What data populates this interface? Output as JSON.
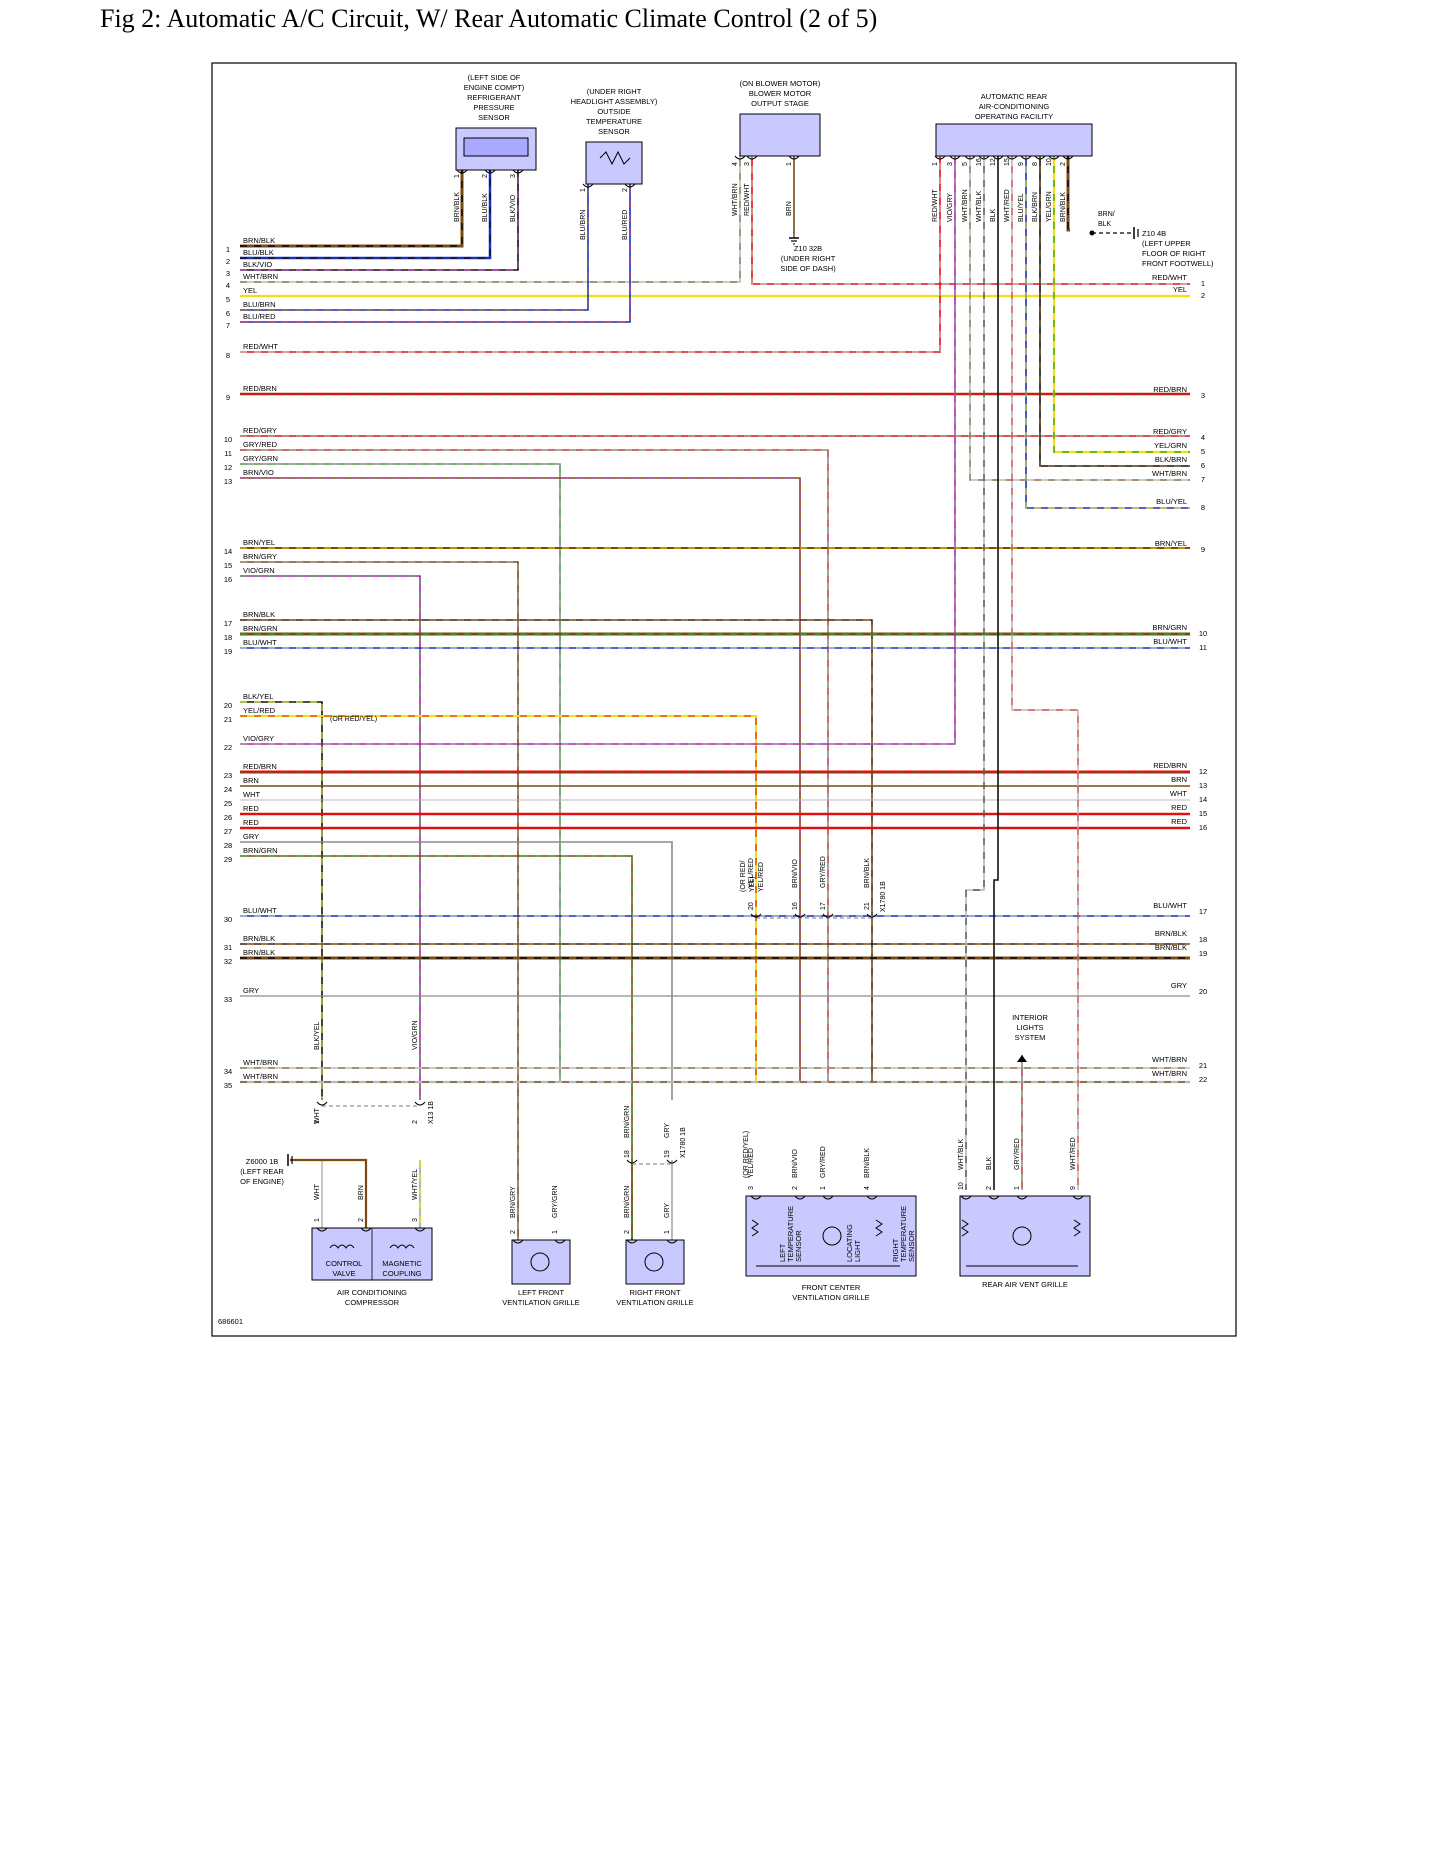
{
  "title": "Fig 2: Automatic A/C Circuit, W/ Rear Automatic Climate Control (2 of 5)",
  "diagram_id": "686601",
  "colors": {
    "component_fill": "#c9c9ff",
    "frame": "#000000",
    "BRN": "#7a4a10",
    "BLK": "#111111",
    "RED": "#e01010",
    "YEL": "#f0e010",
    "WHT": "#b8b8b8",
    "GRY": "#8c8c8c",
    "BLU": "#1a2fc0",
    "VIO": "#b020b0",
    "GRN": "#2a9a2a",
    "ORN": "#f0a020"
  },
  "components": {
    "pressure_sensor": [
      "(LEFT SIDE OF",
      "ENGINE COMPT)",
      "REFRIGERANT",
      "PRESSURE",
      "SENSOR"
    ],
    "outside_temp": [
      "(UNDER RIGHT",
      "HEADLIGHT ASSEMBLY)",
      "OUTSIDE",
      "TEMPERATURE",
      "SENSOR"
    ],
    "blower": [
      "(ON BLOWER MOTOR)",
      "BLOWER MOTOR",
      "OUTPUT STAGE"
    ],
    "rear_ac": [
      "AUTOMATIC REAR",
      "AIR-CONDITIONING",
      "OPERATING FACILITY"
    ],
    "ground_z10_32b": [
      "Z10 32B",
      "(UNDER RIGHT",
      "SIDE OF DASH)"
    ],
    "ground_z10_4b": [
      "Z10 4B",
      "(LEFT UPPER",
      "FLOOR OF RIGHT",
      "FRONT FOOTWELL)"
    ],
    "ground_z6000": [
      "Z6000 1B",
      "(LEFT REAR",
      "OF ENGINE)"
    ],
    "interior_lights": [
      "INTERIOR",
      "LIGHTS",
      "SYSTEM"
    ],
    "compressor": [
      "AIR CONDITIONING",
      "COMPRESSOR"
    ],
    "control_valve": [
      "CONTROL",
      "VALVE"
    ],
    "magnetic_coupling": [
      "MAGNETIC",
      "COUPLING"
    ],
    "left_grille": [
      "LEFT FRONT",
      "VENTILATION GRILLE"
    ],
    "right_grille": [
      "RIGHT FRONT",
      "VENTILATION GRILLE"
    ],
    "center_grille": [
      "FRONT CENTER",
      "VENTILATION GRILLE"
    ],
    "rear_grille": [
      "REAR AIR VENT GRILLE"
    ],
    "left_temp": [
      "LEFT",
      "TEMPERATURE",
      "SENSOR"
    ],
    "locating": [
      "LOCATING",
      "LIGHT"
    ],
    "right_temp": [
      "RIGHT",
      "TEMPERATURE",
      "SENSOR"
    ],
    "or_redyel": "(OR RED/YEL)",
    "or_redyel_stack": [
      "(OR RED/",
      "YEL)",
      "YEL/RED"
    ],
    "brn_blk_stack": [
      "BRN/",
      "BLK"
    ]
  },
  "left_wires": [
    {
      "n": "1",
      "label": "BRN/BLK"
    },
    {
      "n": "2",
      "label": "BLU/BLK"
    },
    {
      "n": "3",
      "label": "BLK/VIO"
    },
    {
      "n": "4",
      "label": "WHT/BRN"
    },
    {
      "n": "5",
      "label": "YEL"
    },
    {
      "n": "6",
      "label": "BLU/BRN"
    },
    {
      "n": "7",
      "label": "BLU/RED"
    },
    {
      "n": "8",
      "label": "RED/WHT"
    },
    {
      "n": "9",
      "label": "RED/BRN"
    },
    {
      "n": "10",
      "label": "RED/GRY"
    },
    {
      "n": "11",
      "label": "GRY/RED"
    },
    {
      "n": "12",
      "label": "GRY/GRN"
    },
    {
      "n": "13",
      "label": "BRN/VIO"
    },
    {
      "n": "14",
      "label": "BRN/YEL"
    },
    {
      "n": "15",
      "label": "BRN/GRY"
    },
    {
      "n": "16",
      "label": "VIO/GRN"
    },
    {
      "n": "17",
      "label": "BRN/BLK"
    },
    {
      "n": "18",
      "label": "BRN/GRN"
    },
    {
      "n": "19",
      "label": "BLU/WHT"
    },
    {
      "n": "20",
      "label": "BLK/YEL"
    },
    {
      "n": "21",
      "label": "YEL/RED"
    },
    {
      "n": "22",
      "label": "VIO/GRY"
    },
    {
      "n": "23",
      "label": "RED/BRN"
    },
    {
      "n": "24",
      "label": "BRN"
    },
    {
      "n": "25",
      "label": "WHT"
    },
    {
      "n": "26",
      "label": "RED"
    },
    {
      "n": "27",
      "label": "RED"
    },
    {
      "n": "28",
      "label": "GRY"
    },
    {
      "n": "29",
      "label": "BRN/GRN"
    },
    {
      "n": "30",
      "label": "BLU/WHT"
    },
    {
      "n": "31",
      "label": "BRN/BLK"
    },
    {
      "n": "32",
      "label": "BRN/BLK"
    },
    {
      "n": "33",
      "label": "GRY"
    },
    {
      "n": "34",
      "label": "WHT/BRN"
    },
    {
      "n": "35",
      "label": "WHT/BRN"
    }
  ],
  "right_wires": [
    {
      "n": "1",
      "label": "RED/WHT"
    },
    {
      "n": "2",
      "label": "YEL"
    },
    {
      "n": "3",
      "label": "RED/BRN"
    },
    {
      "n": "4",
      "label": "RED/GRY"
    },
    {
      "n": "5",
      "label": "YEL/GRN"
    },
    {
      "n": "6",
      "label": "BLK/BRN"
    },
    {
      "n": "7",
      "label": "WHT/BRN"
    },
    {
      "n": "8",
      "label": "BLU/YEL"
    },
    {
      "n": "9",
      "label": "BRN/YEL"
    },
    {
      "n": "10",
      "label": "BRN/GRN"
    },
    {
      "n": "11",
      "label": "BLU/WHT"
    },
    {
      "n": "12",
      "label": "RED/BRN"
    },
    {
      "n": "13",
      "label": "BRN"
    },
    {
      "n": "14",
      "label": "WHT"
    },
    {
      "n": "15",
      "label": "RED"
    },
    {
      "n": "16",
      "label": "RED"
    },
    {
      "n": "17",
      "label": "BLU/WHT"
    },
    {
      "n": "18",
      "label": "BRN/BLK"
    },
    {
      "n": "19",
      "label": "BRN/BLK"
    },
    {
      "n": "20",
      "label": "GRY"
    },
    {
      "n": "21",
      "label": "WHT/BRN"
    },
    {
      "n": "22",
      "label": "WHT/BRN"
    }
  ],
  "pins": {
    "pressure": [
      {
        "n": "1",
        "c": "BRN/BLK"
      },
      {
        "n": "2",
        "c": "BLU/BLK"
      },
      {
        "n": "3",
        "c": "BLK/VIO"
      }
    ],
    "outside": [
      {
        "n": "1",
        "c": "BLU/BRN"
      },
      {
        "n": "2",
        "c": "BLU/RED"
      }
    ],
    "blower": [
      {
        "n": "4",
        "c": "WHT/BRN"
      },
      {
        "n": "3",
        "c": "RED/WHT"
      },
      {
        "n": "1",
        "c": "BRN"
      }
    ],
    "rear": [
      {
        "n": "1",
        "c": "RED/WHT"
      },
      {
        "n": "3",
        "c": "VIO/GRY"
      },
      {
        "n": "5",
        "c": "WHT/BRN"
      },
      {
        "n": "16",
        "c": "WHT/BLK"
      },
      {
        "n": "12",
        "c": "BLK"
      },
      {
        "n": "15",
        "c": "WHT/RED"
      },
      {
        "n": "9",
        "c": "BLU/YEL"
      },
      {
        "n": "8",
        "c": "BLK/BRN"
      },
      {
        "n": "10",
        "c": "YEL/GRN"
      },
      {
        "n": "2",
        "c": "BRN/BLK"
      }
    ],
    "x1780_mid": {
      "conn": "X1780 1B",
      "list": [
        {
          "n": "20",
          "c": "YEL/RED"
        },
        {
          "n": "16",
          "c": "BRN/VIO"
        },
        {
          "n": "17",
          "c": "GRY/RED"
        },
        {
          "n": "21",
          "c": "BRN/BLK"
        }
      ]
    },
    "x13": {
      "conn": "X13 1B",
      "list": [
        {
          "n": "1",
          "c": "BLK/YEL"
        },
        {
          "n": "2",
          "c": "VIO/GRN"
        }
      ]
    },
    "x1780_low": {
      "conn": "X1780 1B",
      "list": [
        {
          "n": "18",
          "c": "BRN/GRN"
        },
        {
          "n": "19",
          "c": "GRY"
        }
      ]
    },
    "x13_bottom": [
      {
        "n": "1",
        "c": "WHT"
      },
      {
        "n": "2",
        "c": "WHT/YEL"
      }
    ],
    "comp": [
      {
        "n": "1",
        "c": "WHT"
      },
      {
        "n": "2",
        "c": "BRN"
      },
      {
        "n": "3",
        "c": "WHT/YEL"
      }
    ],
    "left_grille": [
      {
        "n": "2",
        "c": "BRN/GRY"
      },
      {
        "n": "1",
        "c": "GRY/GRN"
      }
    ],
    "right_grille_top": [
      {
        "n": "18",
        "c": "BRN/GRN"
      },
      {
        "n": "19",
        "c": "GRY"
      }
    ],
    "right_grille": [
      {
        "n": "2",
        "c": "BRN/GRN"
      },
      {
        "n": "1",
        "c": "GRY"
      }
    ],
    "center": [
      {
        "n": "3",
        "c": "YEL/RED"
      },
      {
        "n": "2",
        "c": "BRN/VIO"
      },
      {
        "n": "1",
        "c": "GRY/RED"
      },
      {
        "n": "4",
        "c": "BRN/BLK"
      }
    ],
    "rear_grille": [
      {
        "n": "10",
        "c": "WHT/BLK"
      },
      {
        "n": "2",
        "c": "BLK"
      },
      {
        "n": "1",
        "c": "GRY/RED"
      },
      {
        "n": "9",
        "c": "WHT/RED"
      }
    ]
  }
}
